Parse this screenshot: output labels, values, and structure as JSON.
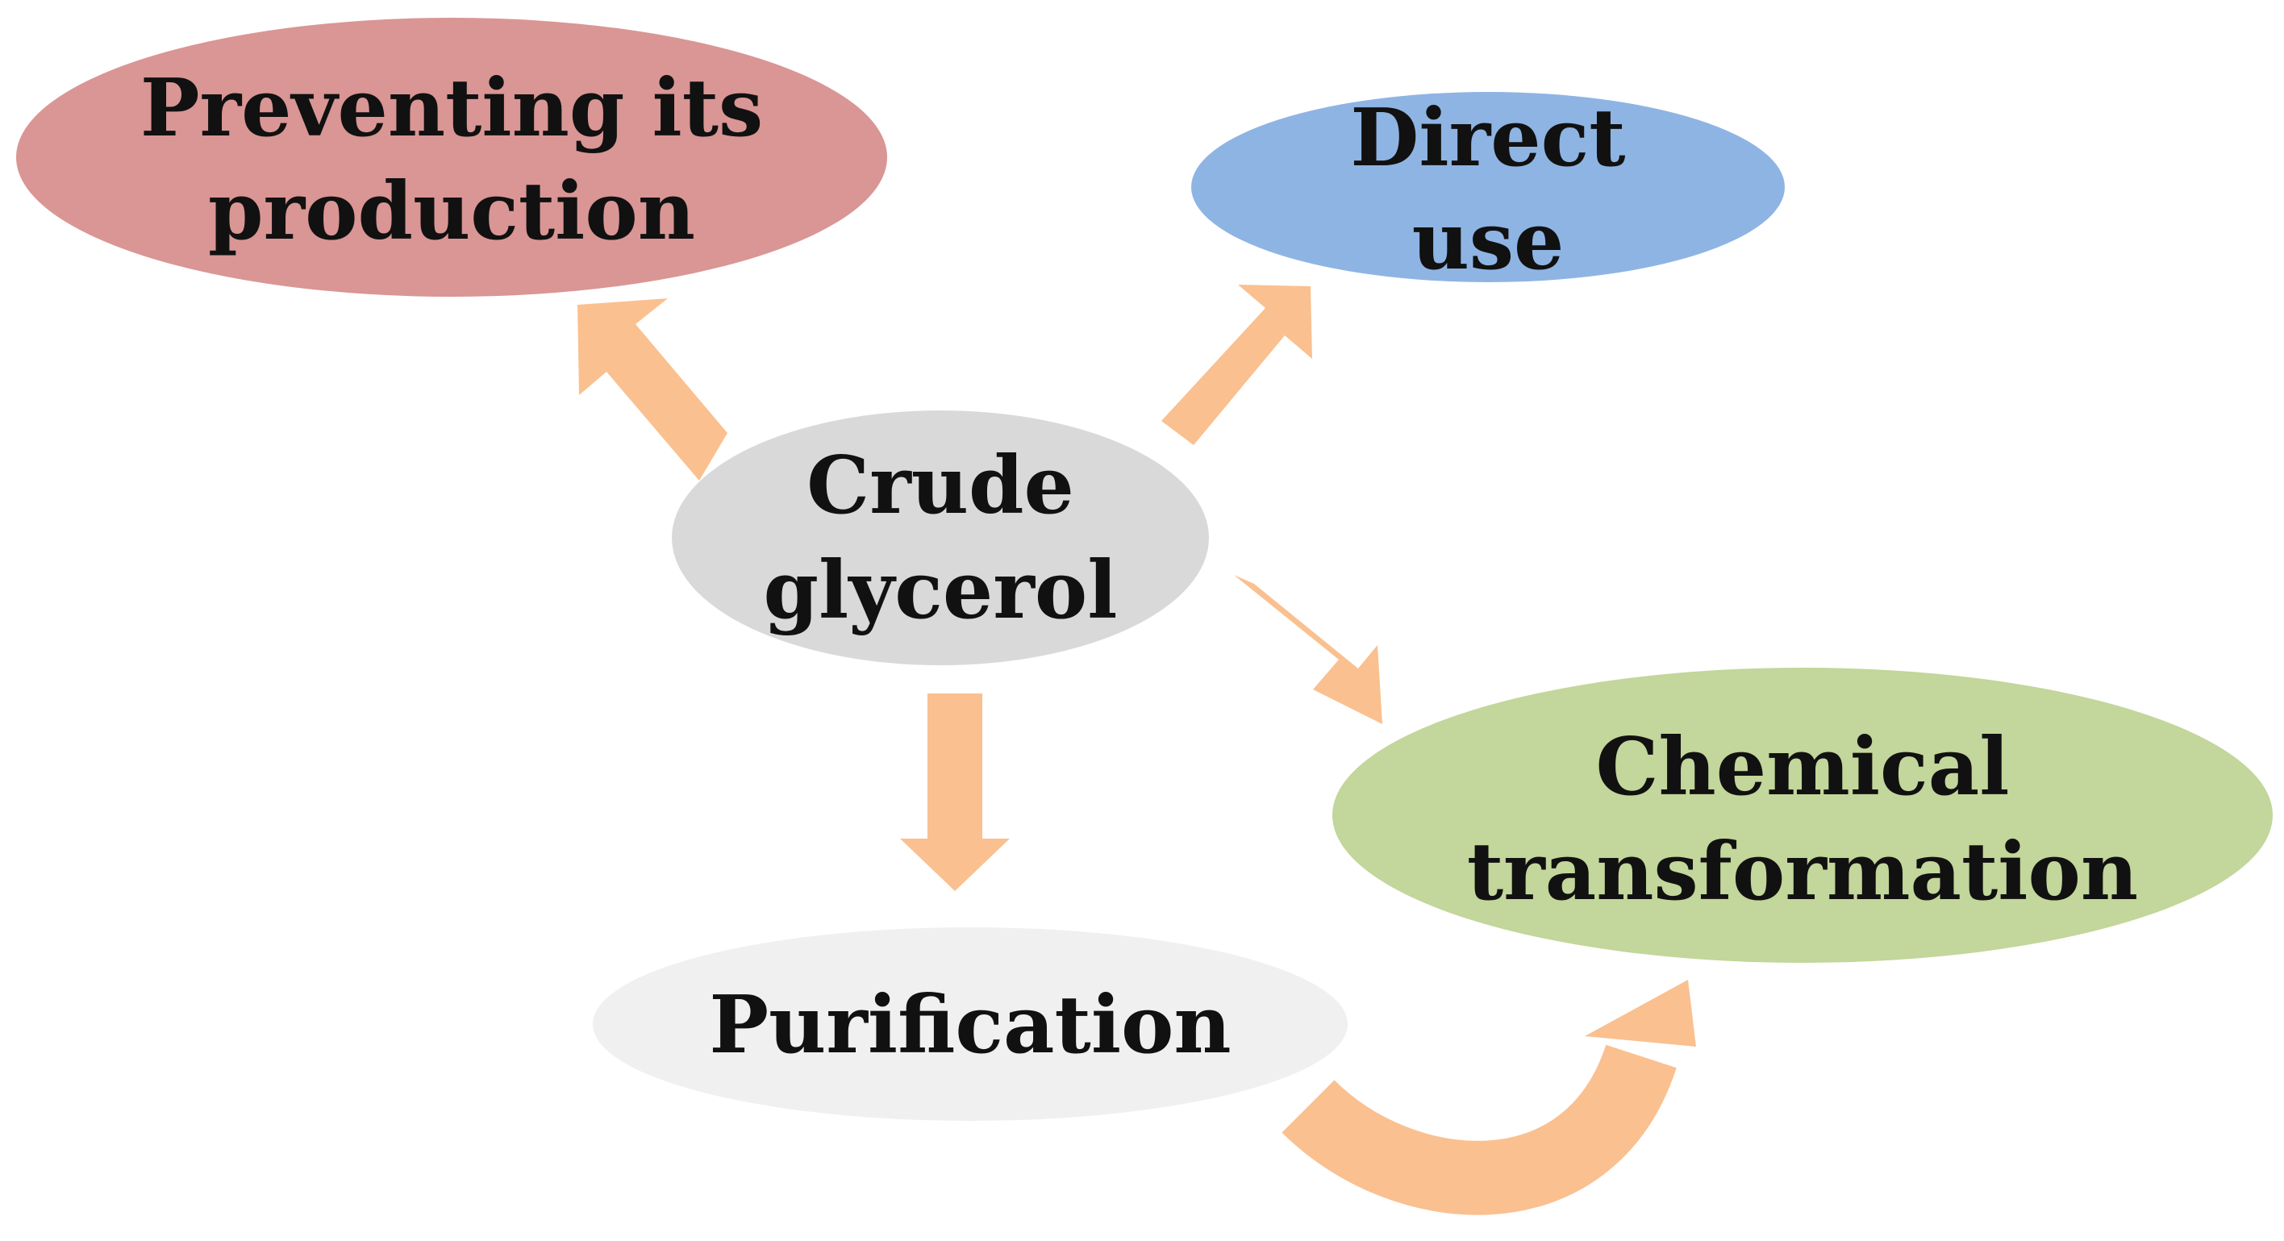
{
  "nodes": {
    "preventing": {
      "line1": "Preventing its",
      "line2": "production",
      "color": "#d99694"
    },
    "direct_use": {
      "line1": "Direct",
      "line2": "use",
      "color": "#8eb4e3"
    },
    "crude": {
      "line1": "Crude",
      "line2": "glycerol",
      "color": "#d9d9d9"
    },
    "chemical": {
      "line1": "Chemical",
      "line2": "transformation",
      "color": "#c3d69b"
    },
    "purification": {
      "label": "Purification",
      "color": "#f0f0f0"
    }
  },
  "arrows": {
    "color": "#fac090"
  },
  "edges": [
    {
      "from": "crude",
      "to": "preventing"
    },
    {
      "from": "crude",
      "to": "direct_use"
    },
    {
      "from": "crude",
      "to": "chemical"
    },
    {
      "from": "crude",
      "to": "purification"
    },
    {
      "from": "purification",
      "to": "chemical"
    }
  ]
}
